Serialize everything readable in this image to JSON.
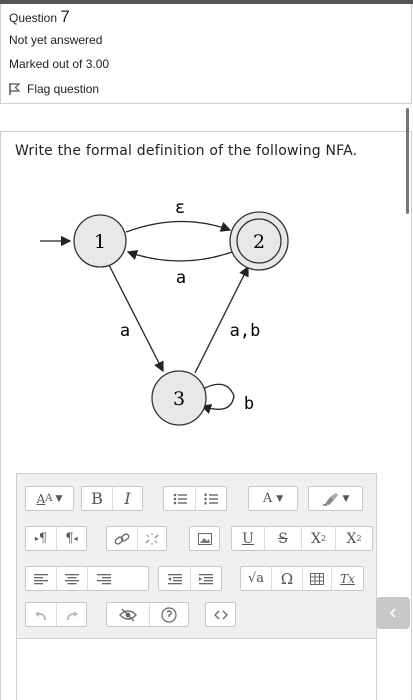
{
  "question": {
    "label": "Question",
    "number": "7",
    "status": "Not yet answered",
    "marked_out_of": "Marked out of 3.00",
    "flag_label": "Flag question",
    "text": "Write the formal definition of the following NFA."
  },
  "nfa": {
    "states": [
      "1",
      "2",
      "3"
    ],
    "edge_labels": {
      "one_to_two": "ε",
      "two_to_one": "a",
      "one_to_three": "a",
      "three_to_two": "a,b",
      "three_loop": "b"
    }
  },
  "toolbar": {
    "row1": {
      "styles": "A",
      "bold": "B",
      "italic": "I",
      "font_color": "A",
      "underline": "U",
      "strike": "S",
      "subscript": "X",
      "superscript": "X",
      "sub_mark": "2",
      "sup_mark": "2"
    },
    "row2": {
      "ltr": "¶",
      "rtl": "¶",
      "equation": "√a",
      "omega": "Ω",
      "clear_format": "Tx"
    }
  },
  "icons": {
    "flag": "flag-icon",
    "side": "chevron-left-icon"
  }
}
